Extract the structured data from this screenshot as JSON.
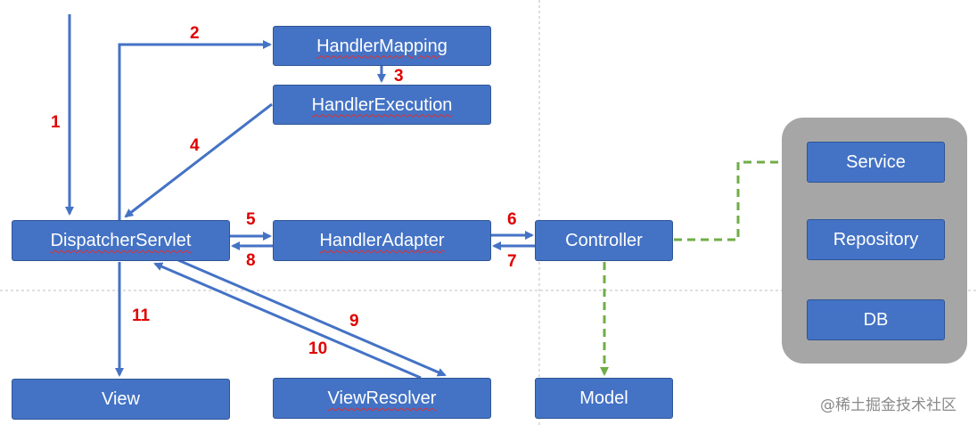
{
  "nodes": {
    "handler_mapping": "HandlerMapping",
    "handler_execution": "HandlerExecution",
    "dispatcher_servlet": "DispatcherServlet",
    "handler_adapter": "HandlerAdapter",
    "controller": "Controller",
    "service": "Service",
    "repository": "Repository",
    "db": "DB",
    "view": "View",
    "view_resolver": "ViewResolver",
    "model": "Model"
  },
  "steps": {
    "s1": "1",
    "s2": "2",
    "s3": "3",
    "s4": "4",
    "s5": "5",
    "s6": "6",
    "s7": "7",
    "s8": "8",
    "s9": "9",
    "s10": "10",
    "s11": "11"
  },
  "watermark": "@稀土掘金技术社区",
  "colors": {
    "node_fill": "#4472C4",
    "arrow": "#4472C4",
    "dashed_arrow": "#70AD47",
    "step_label": "#E00000",
    "panel": "#A6A6A6"
  }
}
